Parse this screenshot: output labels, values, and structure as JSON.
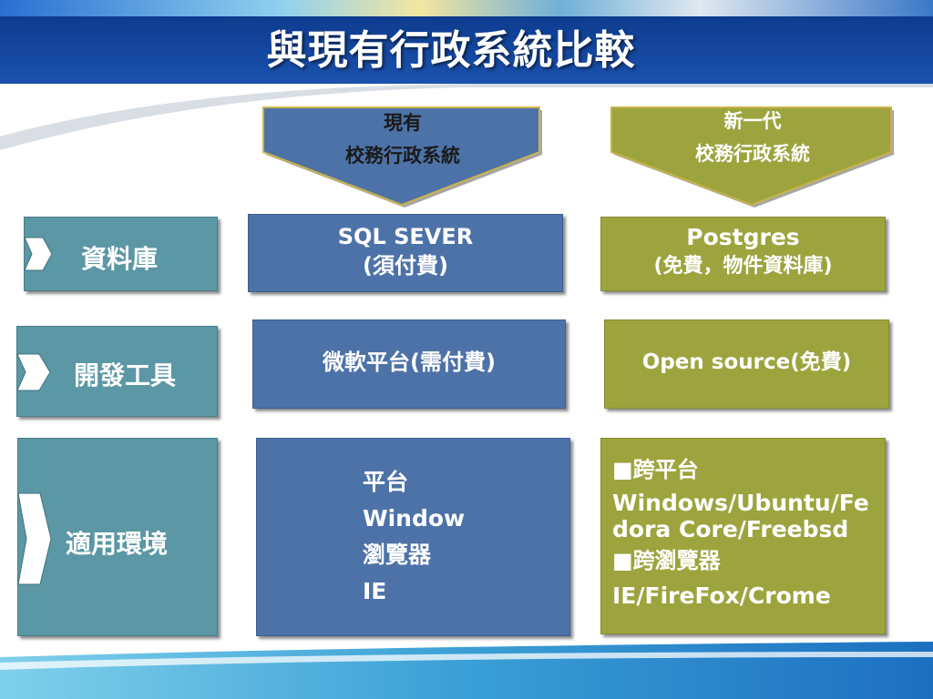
{
  "title": "與現有行政系統比較",
  "colors": {
    "title_band": "#13459b",
    "blue_box": "#4d72a8",
    "olive_box": "#9da43e",
    "teal_label": "#5b97a5",
    "text_dark": "#1a1a1a",
    "text_white": "#ffffff"
  },
  "headers": {
    "current": {
      "line1": "現有",
      "line2": "校務行政系統"
    },
    "next": {
      "line1": "新一代",
      "line2": "校務行政系統"
    }
  },
  "rows": {
    "database": {
      "label": "資料庫",
      "current": {
        "line1": "SQL SEVER",
        "line2": "(須付費)"
      },
      "next": {
        "line1": "Postgres",
        "line2": "(免費，物件資料庫)"
      }
    },
    "devtools": {
      "label": "開發工具",
      "current": {
        "line1": "微軟平台(需付費)"
      },
      "next": {
        "line1": "Open source(免費)"
      }
    },
    "environment": {
      "label": "適用環境",
      "current": {
        "line1": "平台",
        "line2": "Window",
        "line3": "瀏覽器",
        "line4": "IE"
      },
      "next": {
        "bullet1": "■跨平台",
        "text1": "Windows/Ubuntu/Fedora Core/Freebsd",
        "bullet2": "■跨瀏覽器",
        "text2": "IE/FireFox/Crome"
      }
    }
  }
}
